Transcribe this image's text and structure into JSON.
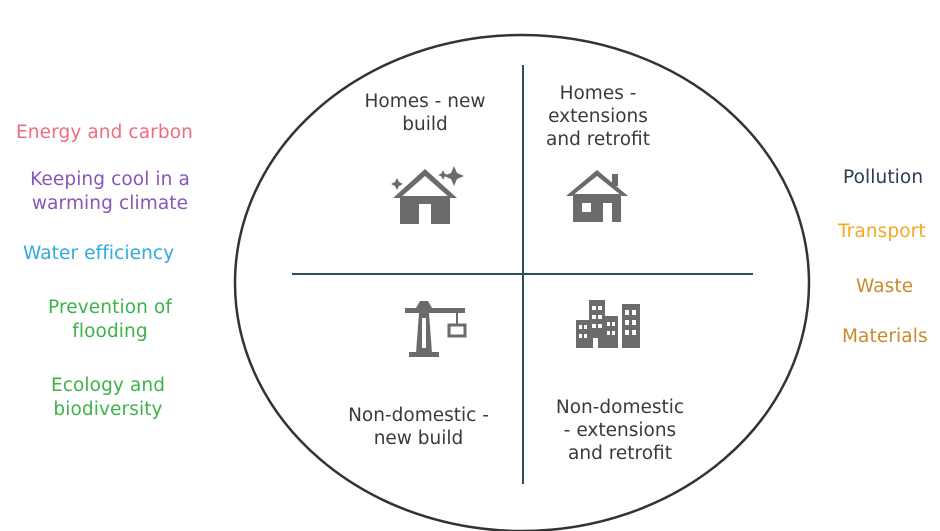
{
  "left_themes": [
    {
      "text": "Energy and carbon",
      "color": "#ee6b80"
    },
    {
      "text": "Keeping cool in a\nwarming climate",
      "color": "#8a55b8"
    },
    {
      "text": "Water efficiency",
      "color": "#2eaadb"
    },
    {
      "text": "Prevention of\nflooding",
      "color": "#3cb34a"
    },
    {
      "text": "Ecology and\nbiodiversity",
      "color": "#3cb34a"
    }
  ],
  "right_themes": [
    {
      "text": "Pollution",
      "color": "#2b3a52"
    },
    {
      "text": "Transport",
      "color": "#f5a623"
    },
    {
      "text": "Waste",
      "color": "#c98a2c"
    },
    {
      "text": "Materials",
      "color": "#c98a2c"
    }
  ],
  "quadrants": {
    "top_left": {
      "label": "Homes - new\nbuild",
      "icon": "house-sparkle-icon"
    },
    "top_right": {
      "label": "Homes -\nextensions\nand retrofit",
      "icon": "house-icon"
    },
    "bottom_left": {
      "label": "Non-domestic -\nnew build",
      "icon": "crane-icon"
    },
    "bottom_right": {
      "label": "Non-domestic\n- extensions\nand retrofit",
      "icon": "buildings-icon"
    }
  },
  "colors": {
    "circle_stroke": "#333333",
    "divider": "#2f4f5f",
    "icon": "#6b6b6b"
  }
}
